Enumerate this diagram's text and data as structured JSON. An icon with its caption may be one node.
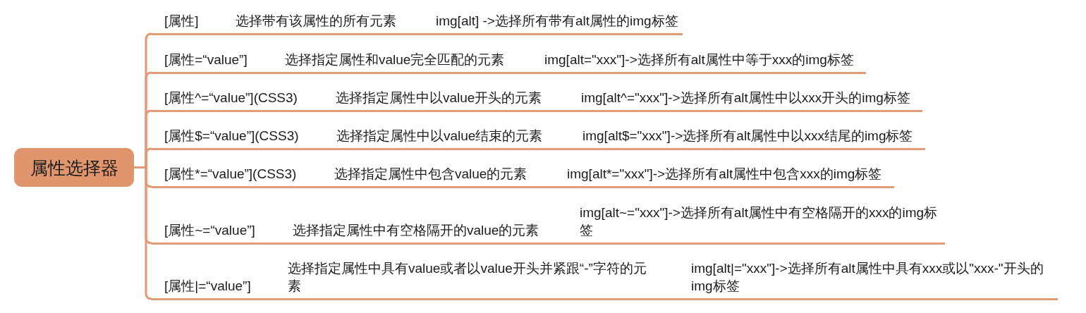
{
  "diagram": {
    "nodes": [
      {
        "text": [
          "属性选择器"
        ]
      },
      {
        "text": [
          "[属性]",
          "选择带有该属性的所有元素",
          "img[alt] ->选择所有带有alt属性的img标签"
        ]
      },
      {
        "text": [
          "[属性=“value”]",
          "选择指定属性和value完全匹配的元素",
          "img[alt=\"xxx\"]->选择所有alt属性中等于xxx的img标签"
        ]
      },
      {
        "text": [
          "[属性^=“value”](CSS3)",
          "选择指定属性中以value开头的元素",
          "img[alt^=\"xxx\"]->选择所有alt属性中以xxx开头的img标签"
        ]
      },
      {
        "text": [
          "[属性$=“value”](CSS3)",
          "选择指定属性中以value结束的元素",
          "img[alt$=\"xxx\"]->选择所有alt属性中以xxx结尾的img标签"
        ]
      },
      {
        "text": [
          "[属性*=“value”](CSS3)",
          "选择指定属性中包含value的元素",
          "img[alt*=\"xxx\"]->选择所有alt属性中包含xxx的img标签"
        ]
      },
      {
        "text": [
          "[属性~=“value”]",
          "选择指定属性中有空格隔开的value的元素",
          "img[alt~=\"xxx\"]->选择所有alt属性中有空格隔开的xxx的img标签"
        ]
      },
      {
        "text": [
          "[属性|=“value”]",
          "选择指定属性中具有value或者以value开头并紧跟“-”字符的元素",
          "img[alt|=\"xxx\"]->选择所有alt属性中具有xxx或以\"xxx-\"开头的img标签"
        ]
      }
    ],
    "edges": [
      {
        "from": 0,
        "to": 1,
        "arrow": "none"
      },
      {
        "from": 0,
        "to": 2,
        "arrow": "none"
      },
      {
        "from": 0,
        "to": 3,
        "arrow": "none"
      },
      {
        "from": 0,
        "to": 4,
        "arrow": "none"
      },
      {
        "from": 0,
        "to": 5,
        "arrow": "none"
      },
      {
        "from": 0,
        "to": 6,
        "arrow": "none"
      },
      {
        "from": 0,
        "to": 7,
        "arrow": "none"
      }
    ]
  }
}
